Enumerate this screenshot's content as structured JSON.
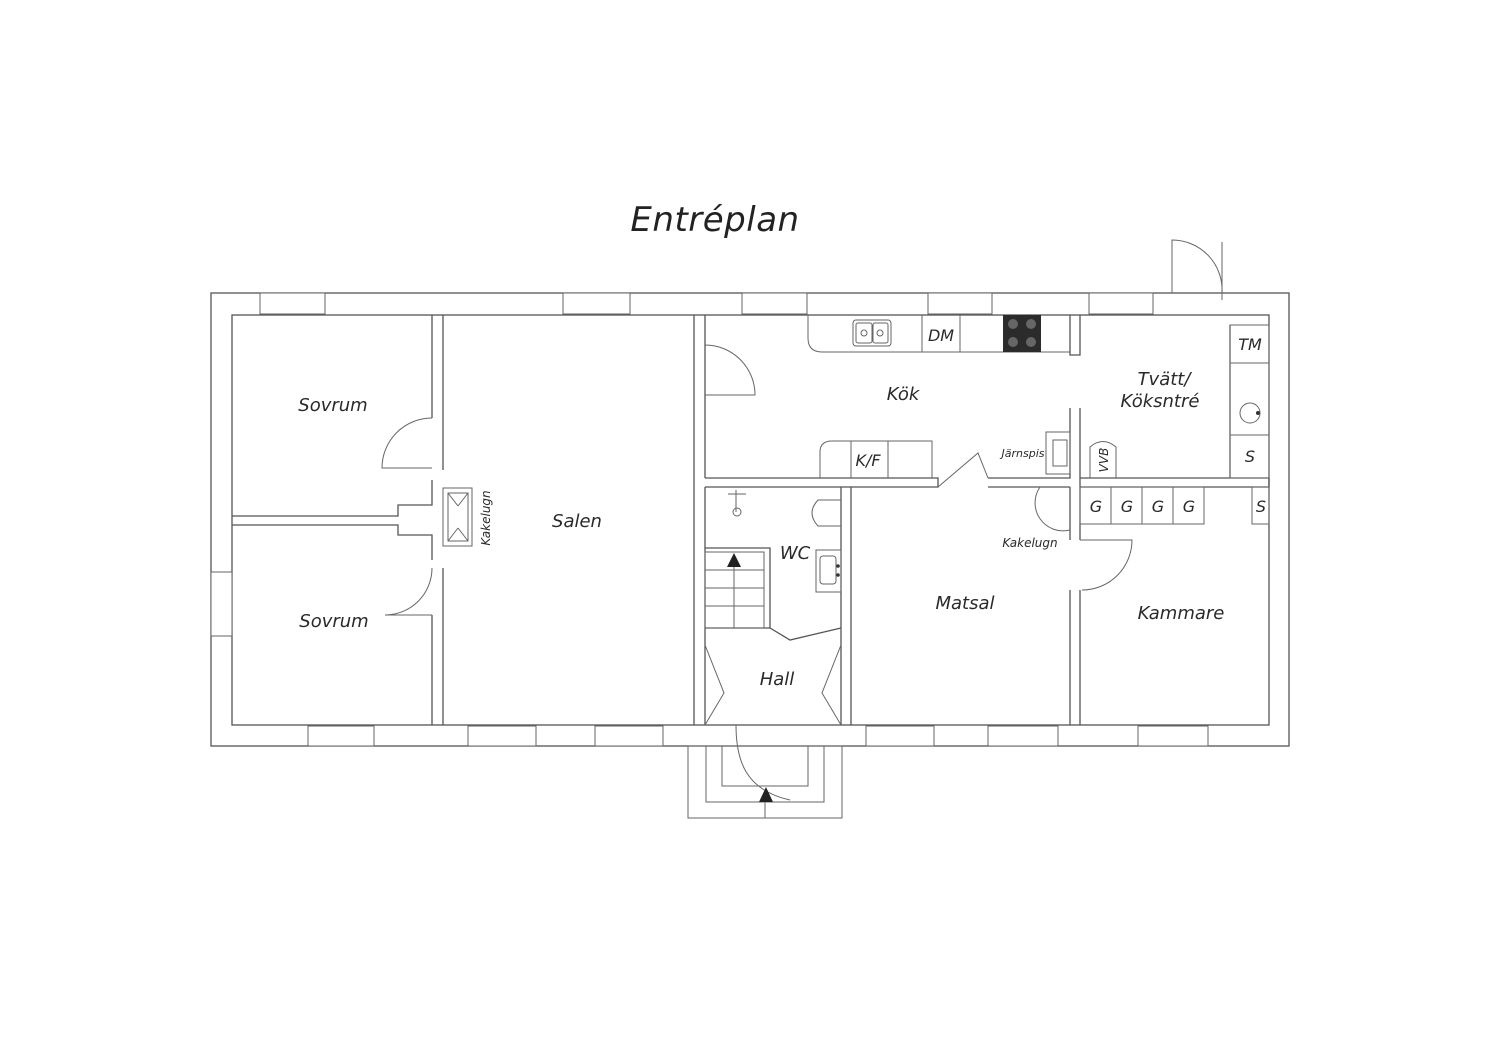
{
  "title": "Entréplan",
  "rooms": {
    "sovrum_1": "Sovrum",
    "sovrum_2": "Sovrum",
    "salen": "Salen",
    "kok": "Kök",
    "tvatt_line1": "Tvätt/",
    "tvatt_line2": "Köksntré",
    "wc": "WC",
    "hall": "Hall",
    "matsal": "Matsal",
    "kammare": "Kammare"
  },
  "fixtures": {
    "kakelugn_salen": "Kakelugn",
    "kakelugn_matsal": "Kakelugn",
    "jarnspis": "Järnspis",
    "dm": "DM",
    "kf": "K/F",
    "tm": "TM",
    "s_tvatt": "S",
    "vvb": "VVB",
    "g1": "G",
    "g2": "G",
    "g3": "G",
    "g4": "G",
    "s_kammare": "S"
  },
  "colors": {
    "line": "#555555",
    "hob": "#2b2b2b"
  }
}
